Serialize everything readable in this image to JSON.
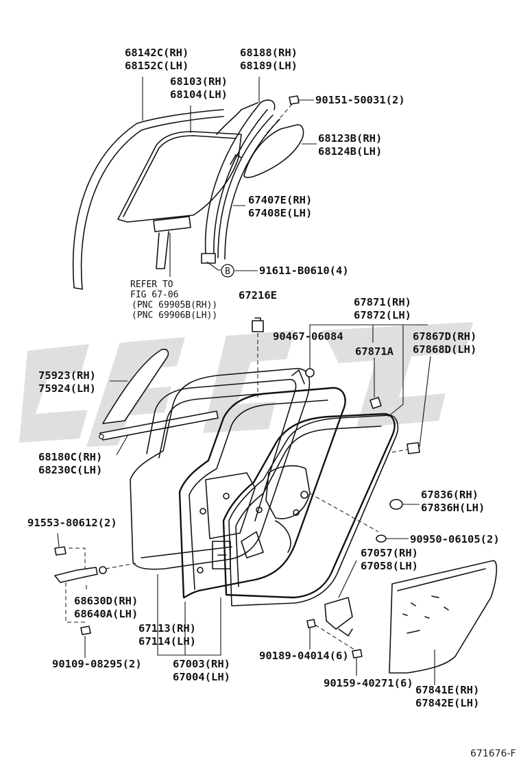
{
  "parts": [
    {
      "id": "p1",
      "lines": [
        "68142C(RH)",
        "68152C(LH)"
      ]
    },
    {
      "id": "p2",
      "lines": [
        "68188(RH)",
        "68189(LH)"
      ]
    },
    {
      "id": "p3",
      "lines": [
        "68103(RH)",
        "68104(LH)"
      ]
    },
    {
      "id": "p4",
      "lines": [
        "90151-50031(2)"
      ]
    },
    {
      "id": "p5",
      "lines": [
        "68123B(RH)",
        "68124B(LH)"
      ]
    },
    {
      "id": "p6",
      "lines": [
        "67407E(RH)",
        "67408E(LH)"
      ]
    },
    {
      "id": "p7",
      "lines": [
        "91611-B0610(4)"
      ]
    },
    {
      "id": "p8",
      "lines": [
        "67216E"
      ]
    },
    {
      "id": "p9",
      "lines": [
        "67871(RH)",
        "67872(LH)"
      ]
    },
    {
      "id": "p10",
      "lines": [
        "90467-06084"
      ]
    },
    {
      "id": "p11",
      "lines": [
        "67871A"
      ]
    },
    {
      "id": "p12",
      "lines": [
        "67867D(RH)",
        "67868D(LH)"
      ]
    },
    {
      "id": "p13",
      "lines": [
        "75923(RH)",
        "75924(LH)"
      ]
    },
    {
      "id": "p14",
      "lines": [
        "68180C(RH)",
        "68230C(LH)"
      ]
    },
    {
      "id": "p15",
      "lines": [
        "67836(RH)",
        "67836H(LH)"
      ]
    },
    {
      "id": "p16",
      "lines": [
        "91553-80612(2)"
      ]
    },
    {
      "id": "p17",
      "lines": [
        "90950-06105(2)"
      ]
    },
    {
      "id": "p18",
      "lines": [
        "67057(RH)",
        "67058(LH)"
      ]
    },
    {
      "id": "p19",
      "lines": [
        "68630D(RH)",
        "68640A(LH)"
      ]
    },
    {
      "id": "p20",
      "lines": [
        "67113(RH)",
        "67114(LH)"
      ]
    },
    {
      "id": "p21",
      "lines": [
        "90109-08295(2)"
      ]
    },
    {
      "id": "p22",
      "lines": [
        "67003(RH)",
        "67004(LH)"
      ]
    },
    {
      "id": "p23",
      "lines": [
        "90189-04014(6)"
      ]
    },
    {
      "id": "p24",
      "lines": [
        "90159-40271(6)"
      ]
    },
    {
      "id": "p25",
      "lines": [
        "67841E(RH)",
        "67842E(LH)"
      ]
    }
  ],
  "refer": {
    "line1": "REFER TO",
    "line2": "FIG 67-06",
    "line3": "(PNC 69905B(RH))",
    "line4": "(PNC 69906B(LH))"
  },
  "callout_letter": "B",
  "diagram_code": "671676-F"
}
